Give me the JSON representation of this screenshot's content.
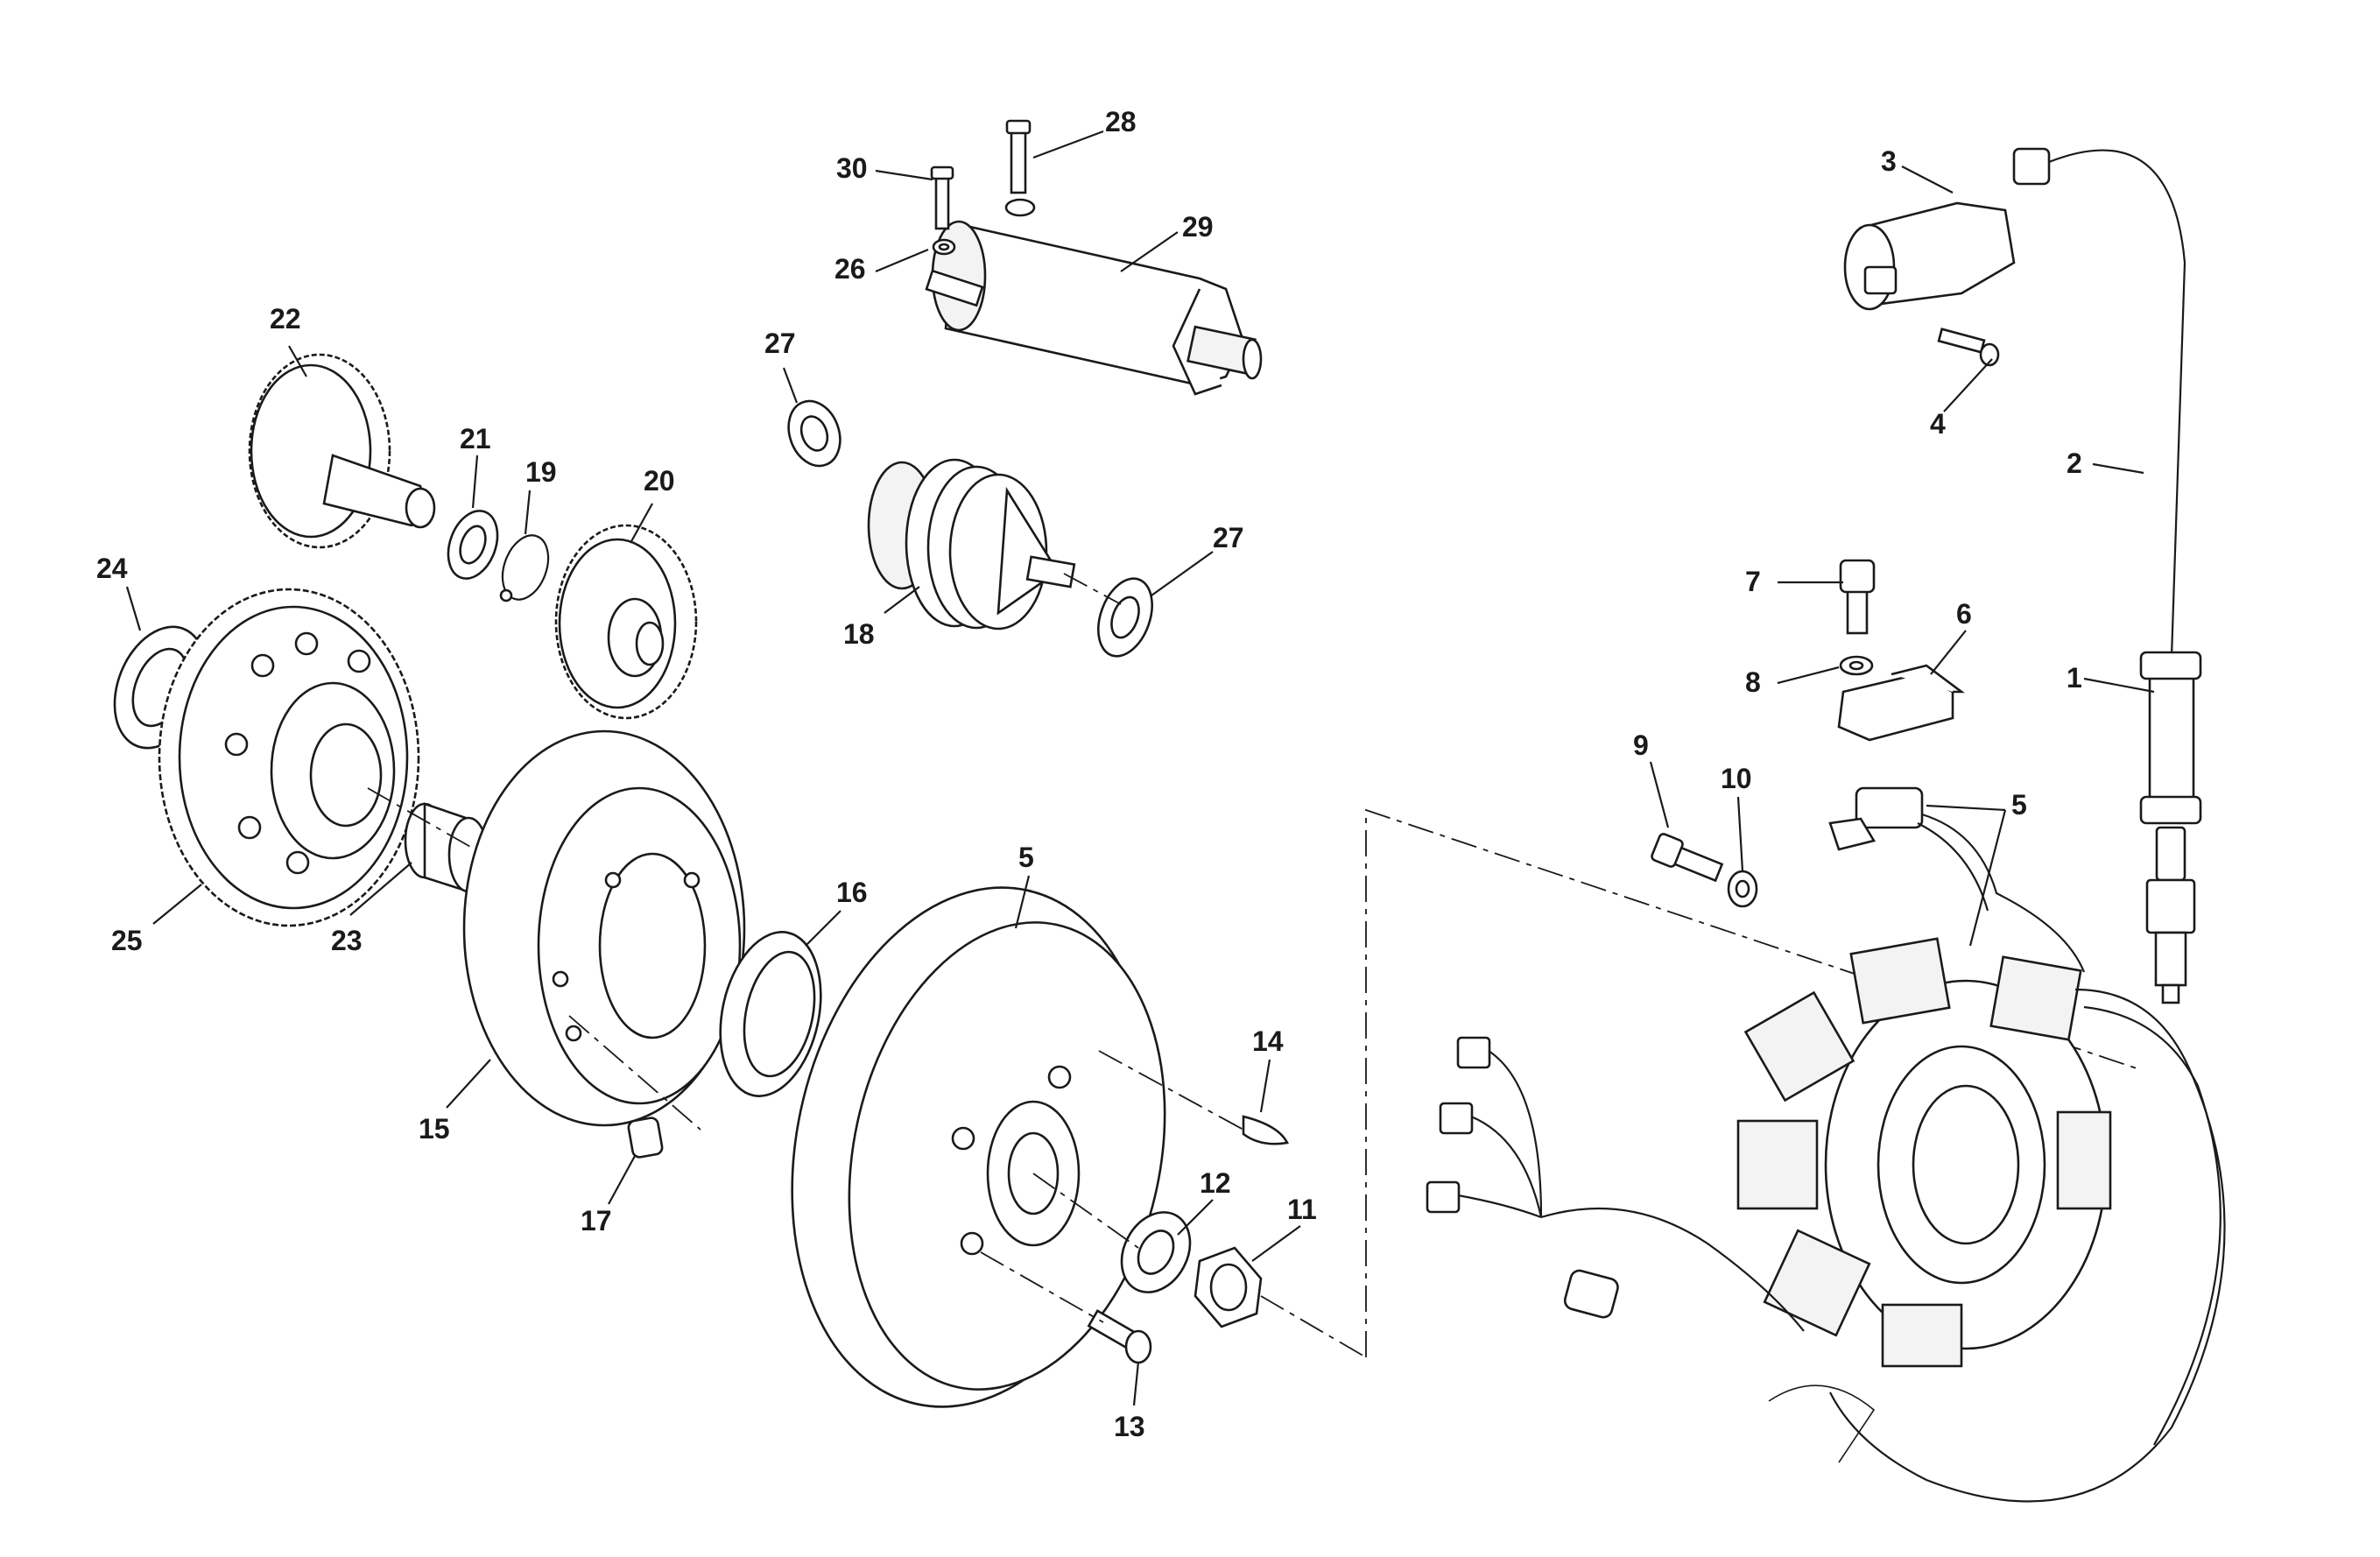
{
  "diagram": {
    "callouts": [
      {
        "id": "c1",
        "text": "1"
      },
      {
        "id": "c2",
        "text": "2"
      },
      {
        "id": "c3",
        "text": "3"
      },
      {
        "id": "c4",
        "text": "4"
      },
      {
        "id": "c5a",
        "text": "5"
      },
      {
        "id": "c5b",
        "text": "5"
      },
      {
        "id": "c6",
        "text": "6"
      },
      {
        "id": "c7",
        "text": "7"
      },
      {
        "id": "c8",
        "text": "8"
      },
      {
        "id": "c9",
        "text": "9"
      },
      {
        "id": "c10",
        "text": "10"
      },
      {
        "id": "c11",
        "text": "11"
      },
      {
        "id": "c12",
        "text": "12"
      },
      {
        "id": "c13",
        "text": "13"
      },
      {
        "id": "c14",
        "text": "14"
      },
      {
        "id": "c15",
        "text": "15"
      },
      {
        "id": "c16",
        "text": "16"
      },
      {
        "id": "c17",
        "text": "17"
      },
      {
        "id": "c18",
        "text": "18"
      },
      {
        "id": "c19",
        "text": "19"
      },
      {
        "id": "c20",
        "text": "20"
      },
      {
        "id": "c21",
        "text": "21"
      },
      {
        "id": "c22",
        "text": "22"
      },
      {
        "id": "c23",
        "text": "23"
      },
      {
        "id": "c24",
        "text": "24"
      },
      {
        "id": "c25",
        "text": "25"
      },
      {
        "id": "c26",
        "text": "26"
      },
      {
        "id": "c27a",
        "text": "27"
      },
      {
        "id": "c27b",
        "text": "27"
      },
      {
        "id": "c28",
        "text": "28"
      },
      {
        "id": "c29",
        "text": "29"
      },
      {
        "id": "c30",
        "text": "30"
      }
    ]
  }
}
